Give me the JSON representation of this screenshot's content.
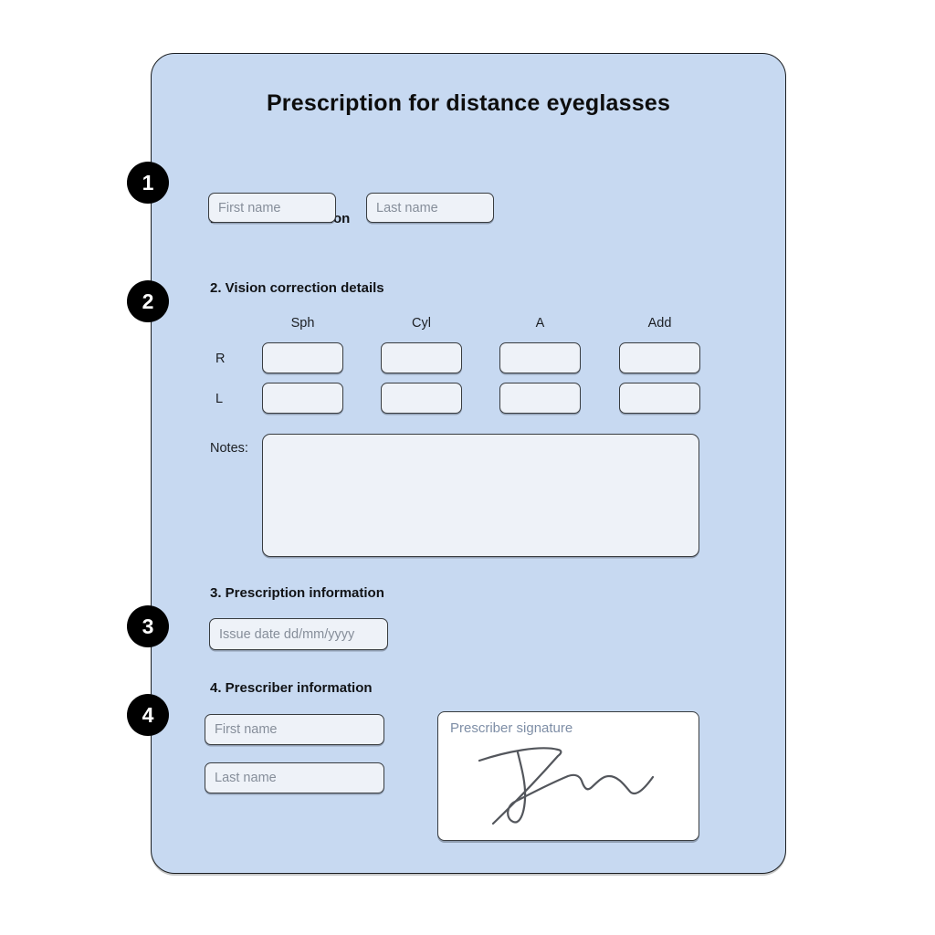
{
  "form": {
    "title": "Prescription for distance eyeglasses",
    "colors": {
      "panel_bg": "#c7d9f1",
      "field_bg": "#eef2f8",
      "field_border": "#383c40",
      "placeholder_text": "#868e9a",
      "signature_label_text": "#7e8ea6",
      "step_badge_bg": "#000000",
      "step_badge_text": "#ffffff",
      "signature_ink": "#53565c"
    },
    "sections": {
      "patient": {
        "step": "1",
        "heading": "1. Patient information",
        "first_name_placeholder": "First name",
        "last_name_placeholder": "Last name"
      },
      "vision": {
        "step": "2",
        "heading": "2. Vision correction details",
        "columns": [
          "Sph",
          "Cyl",
          "A",
          "Add"
        ],
        "rows": [
          "R",
          "L"
        ],
        "notes_label": "Notes:"
      },
      "prescription": {
        "step": "3",
        "heading": "3. Prescription information",
        "issue_date_placeholder": "Issue date dd/mm/yyyy"
      },
      "prescriber": {
        "step": "4",
        "heading": "4. Prescriber information",
        "first_name_placeholder": "First name",
        "last_name_placeholder": "Last name",
        "signature_label": "Prescriber signature"
      }
    }
  }
}
